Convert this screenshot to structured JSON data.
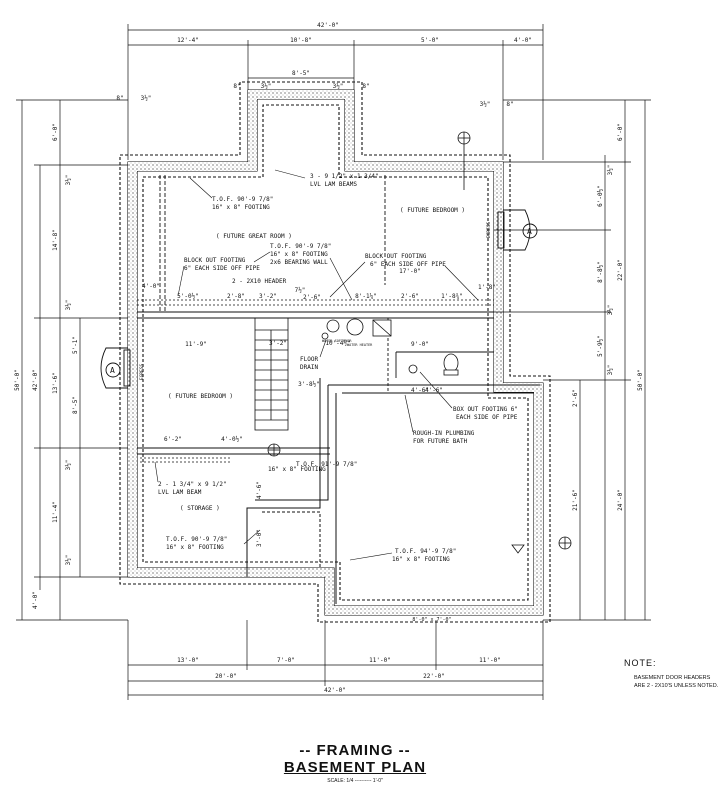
{
  "sheet": {
    "title_line1": "-- FRAMING --",
    "title_line2": "BASEMENT PLAN",
    "scale": "SCALE: 1/4 ---------- 1'-0\""
  },
  "note": {
    "heading": "NOTE:",
    "body_line1": "BASEMENT DOOR HEADERS",
    "body_line2": "ARE 2 - 2X10'S UNLESS NOTED."
  },
  "dimensions": {
    "overall_top": "42'-0\"",
    "top_segments": [
      "12'-4\"",
      "10'-8\"",
      "5'-0\"",
      "4'-0\""
    ],
    "bump_width": "8'-5\"",
    "bump_left_offset": "8\"",
    "bump_left_inner": "3½\"",
    "bump_right_inner": "3½\"",
    "bump_right_offset": "8\"",
    "left_notch": "8\"",
    "left_notch_b": "3½\"",
    "right_notch": "3½\"",
    "right_notch_b": "8\"",
    "left_outer": "50'-0\"",
    "left_outer_inner": "42'-0\"",
    "left_segments": [
      "6'-0\"",
      "14'-8\"",
      "13'-6\"",
      "11'-4\"",
      "4'-0\""
    ],
    "left_small": [
      "3½\"",
      "3½\"",
      "5'-1\"",
      "8'-5\"",
      "3½\"",
      "3½\""
    ],
    "right_outer": "50'-0\"",
    "right_segments": [
      "6'-0\"",
      "22'-0\"",
      "24'-0\""
    ],
    "right_inner": [
      "6'-0½\"",
      "8'-8½\"",
      "5'-9½\"",
      "2'-6\"",
      "21'-6\""
    ],
    "right_small": [
      "3½\"",
      "3½\"",
      "3½\""
    ],
    "bottom_segments": [
      "13'-0\"",
      "7'-0\"",
      "11'-0\"",
      "11'-0\""
    ],
    "bottom_mid": [
      "20'-0\"",
      "22'-0\""
    ],
    "overall_bottom": "42'-0\"",
    "interior": {
      "d1": "4'-0\"",
      "d2": "5'-0½\"",
      "d3": "2'-8\"",
      "d4": "3'-2\"",
      "d5": "7½\"",
      "d6": "2'-6\"",
      "d7": "8'-1¼\"",
      "d8": "2'-6\"",
      "d9": "1'-8¾\"",
      "d10": "1'-8\"",
      "d11": "17'-0\"",
      "d12": "11'-9\"",
      "d13": "3'-2\"",
      "d14": "10'-4½\"",
      "d15": "9'-0\"",
      "d16": "3'-8½\"",
      "d17": "4'-6\"",
      "d18": "6'-2\"",
      "d19": "4'-0½\"",
      "d20": "4'-6\"",
      "d21": "3'-0\"",
      "d22": "4'-6\"",
      "d23": "8'-0\" x 7'-0\""
    }
  },
  "labels": {
    "lvl_top": "3 - 9 1/2\" x 1 3/4\"",
    "lvl_top_b": "LVL LAM BEAMS",
    "tof1": "T.O.F. 90'-9 7/8\"",
    "tof1_b": "16\" x 8\" FOOTING",
    "great_room": "( FUTURE GREAT ROOM )",
    "future_bedroom_right": "( FUTURE BEDROOM )",
    "tof2": "T.O.F. 90'-9 7/8\"",
    "tof2_b": "16\" x 8\" FOOTING",
    "tof2_c": "2x6 BEARING WALL",
    "block_left": "BLOCK OUT FOOTING",
    "block_left_b": "6\" EACH SIDE OFF PIPE",
    "block_right": "BLOCK OUT FOOTING",
    "block_right_b": "6\" EACH SIDE OFF PIPE",
    "header": "2 - 2X10 HEADER",
    "floor_drain": "FLOOR",
    "floor_drain_b": "DRAIN",
    "water_softener": "WATER SOFTENER",
    "water_heater": "WATER HEATER",
    "future_bedroom_left": "( FUTURE BEDROOM )",
    "box_out": "BOX OUT FOOTING 6\"",
    "box_out_b": "EACH SIDE OF PIPE",
    "rough_in": "ROUGH-IN PLUMBING",
    "rough_in_b": "FOR FUTURE BATH",
    "tof3": "T.O.F. 91'-9 7/8\"",
    "tof3_b": "16\" x 8\" FOOTING",
    "lvl_bottom": "2 - 1 3/4\" x 9 1/2\"",
    "lvl_bottom_b": "LVL LAM BEAM",
    "storage": "( STORAGE )",
    "tof4": "T.O.F. 90'-9 7/8\"",
    "tof4_b": "16\" x 8\" FOOTING",
    "tof5": "T.O.F. 94'-9 7/8\"",
    "tof5_b": "16\" x 8\" FOOTING",
    "egress": "EGRESS",
    "section_a": "A"
  }
}
